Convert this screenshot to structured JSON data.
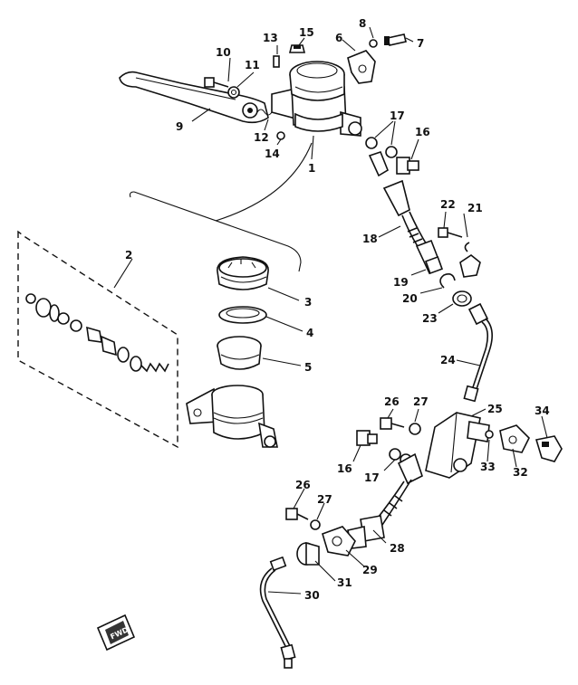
{
  "diagram": {
    "callouts": {
      "p1": "1",
      "p2": "2",
      "p3": "3",
      "p4": "4",
      "p5": "5",
      "p6": "6",
      "p7": "7",
      "p8": "8",
      "p9": "9",
      "p10": "10",
      "p11": "11",
      "p12": "12",
      "p13": "13",
      "p14": "14",
      "p15": "15",
      "p16a": "16",
      "p16b": "16",
      "p17a": "17",
      "p17b": "17",
      "p18": "18",
      "p19": "19",
      "p20": "20",
      "p21": "21",
      "p22": "22",
      "p23": "23",
      "p24": "24",
      "p25": "25",
      "p26a": "26",
      "p26b": "26",
      "p27a": "27",
      "p27b": "27",
      "p28": "28",
      "p29": "29",
      "p30": "30",
      "p31": "31",
      "p32": "32",
      "p33": "33",
      "p34": "34"
    },
    "front_badge": "FWD"
  }
}
